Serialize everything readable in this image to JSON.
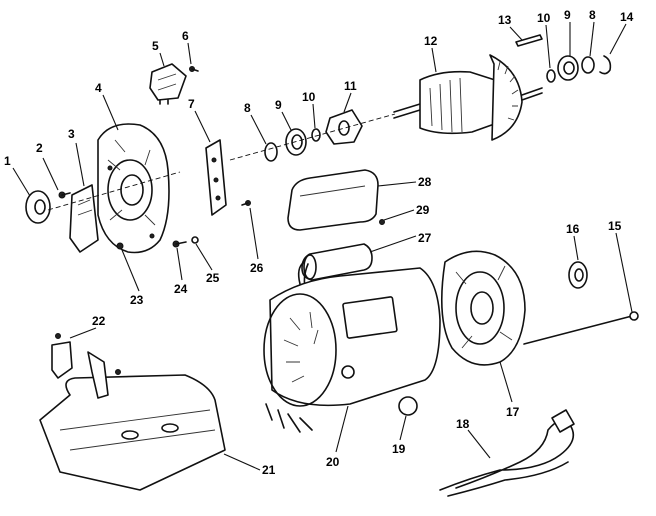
{
  "callouts": [
    "1",
    "2",
    "3",
    "4",
    "5",
    "6",
    "7",
    "8",
    "9",
    "10",
    "11",
    "12",
    "13",
    "10",
    "9",
    "8",
    "14",
    "15",
    "16",
    "17",
    "18",
    "19",
    "20",
    "21",
    "22",
    "23",
    "24",
    "25",
    "26",
    "27",
    "28",
    "29"
  ]
}
